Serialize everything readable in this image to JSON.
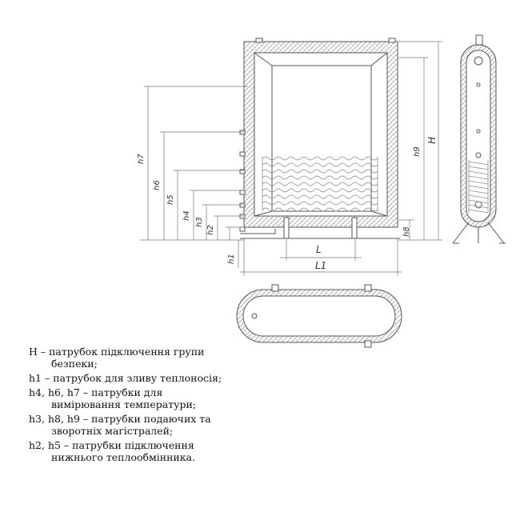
{
  "dimension_labels": {
    "H": "H",
    "h1": "h1",
    "h2": "h2",
    "h3": "h3",
    "h4": "h4",
    "h5": "h5",
    "h6": "h6",
    "h7": "h7",
    "h8": "h8",
    "h9": "h9",
    "L": "L",
    "L1": "L1"
  },
  "legend": [
    {
      "lead": "H – патрубок підключення групи",
      "cont": "безпеки;"
    },
    {
      "lead": "h1 – патрубок для зливу теплоносія;",
      "cont": ""
    },
    {
      "lead": "h4, h6, h7 – патрубки для",
      "cont": "вимірювання температури;"
    },
    {
      "lead": "h3, h8, h9 – патрубки подаючих та",
      "cont": "зворотніх магістралей;"
    },
    {
      "lead": "h2, h5 – патрубки підключення",
      "cont": "нижнього теплообмінника."
    }
  ],
  "colors": {
    "line": "#555555",
    "insulation": "#9a9a9a",
    "coil": "#8c8c8c"
  }
}
